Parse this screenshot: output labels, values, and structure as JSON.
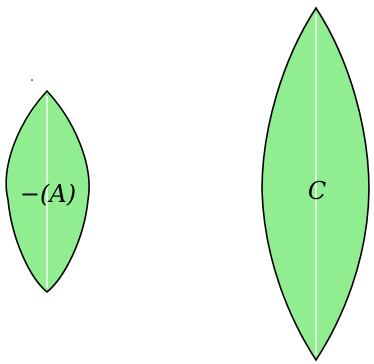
{
  "colors": {
    "leaf_fill": "#90ee90",
    "outline": "#000000",
    "midrib": "#ffffff"
  },
  "lenses": [
    {
      "id": "left",
      "label": "−(A)"
    },
    {
      "id": "right",
      "label": "C"
    }
  ]
}
